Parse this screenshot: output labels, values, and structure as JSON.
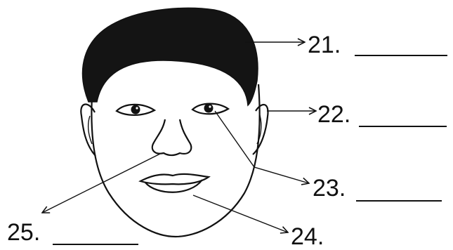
{
  "labels": {
    "l21": "21.",
    "l22": "22.",
    "l23": "23.",
    "l24": "24.",
    "l25": "25."
  },
  "colors": {
    "ink": "#111111",
    "hair": "#141414",
    "background": "#ffffff"
  }
}
